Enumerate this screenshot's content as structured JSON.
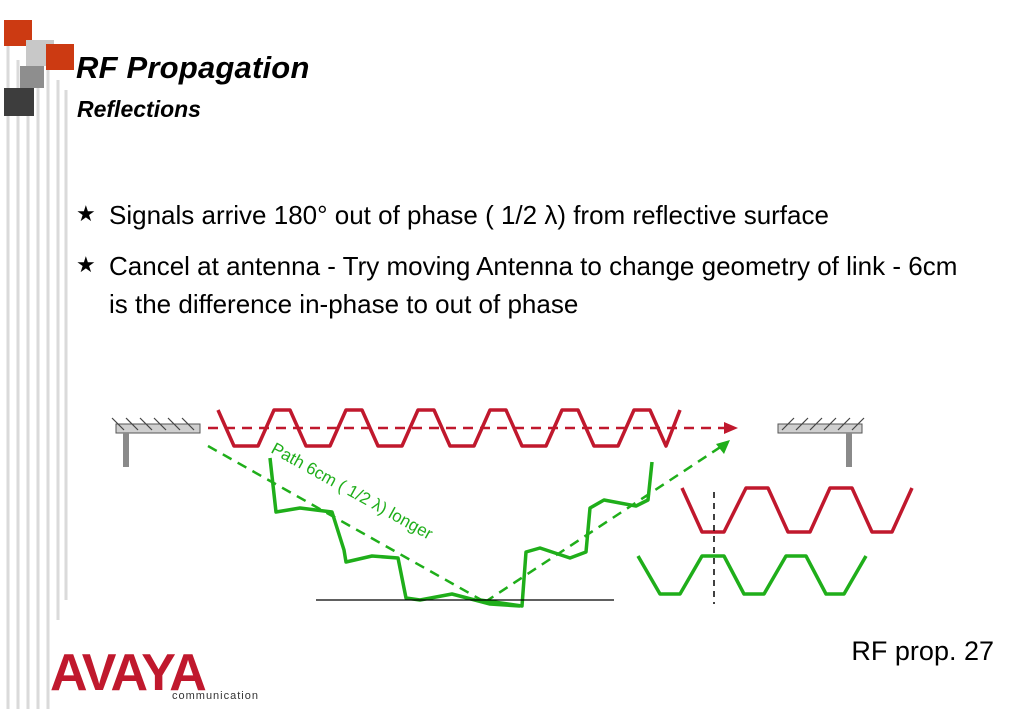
{
  "slide": {
    "title": "RF Propagation",
    "subtitle": "Reflections",
    "bullets": [
      "Signals arrive 180° out of phase ( 1/2 λ) from reflective surface",
      "Cancel at antenna - Try moving Antenna to change geometry of link - 6cm is the difference in-phase to out of phase"
    ],
    "bullet_icon": "star-icon",
    "slide_number": "RF prop. 27"
  },
  "diagram": {
    "path_label": "Path 6cm ( 1/2 λ) longer",
    "colors": {
      "direct_wave": "#c0182d",
      "reflected_wave": "#1fae1a",
      "antenna": "#8a8a8a",
      "ground": "#000000"
    }
  },
  "logo": {
    "brand": "AVAYA",
    "tagline": "communication",
    "color": "#c0182d"
  },
  "decor": {
    "square_colors": [
      "#cc3a12",
      "#c8c8c8",
      "#8e8e8e",
      "#3d3d3d"
    ]
  }
}
